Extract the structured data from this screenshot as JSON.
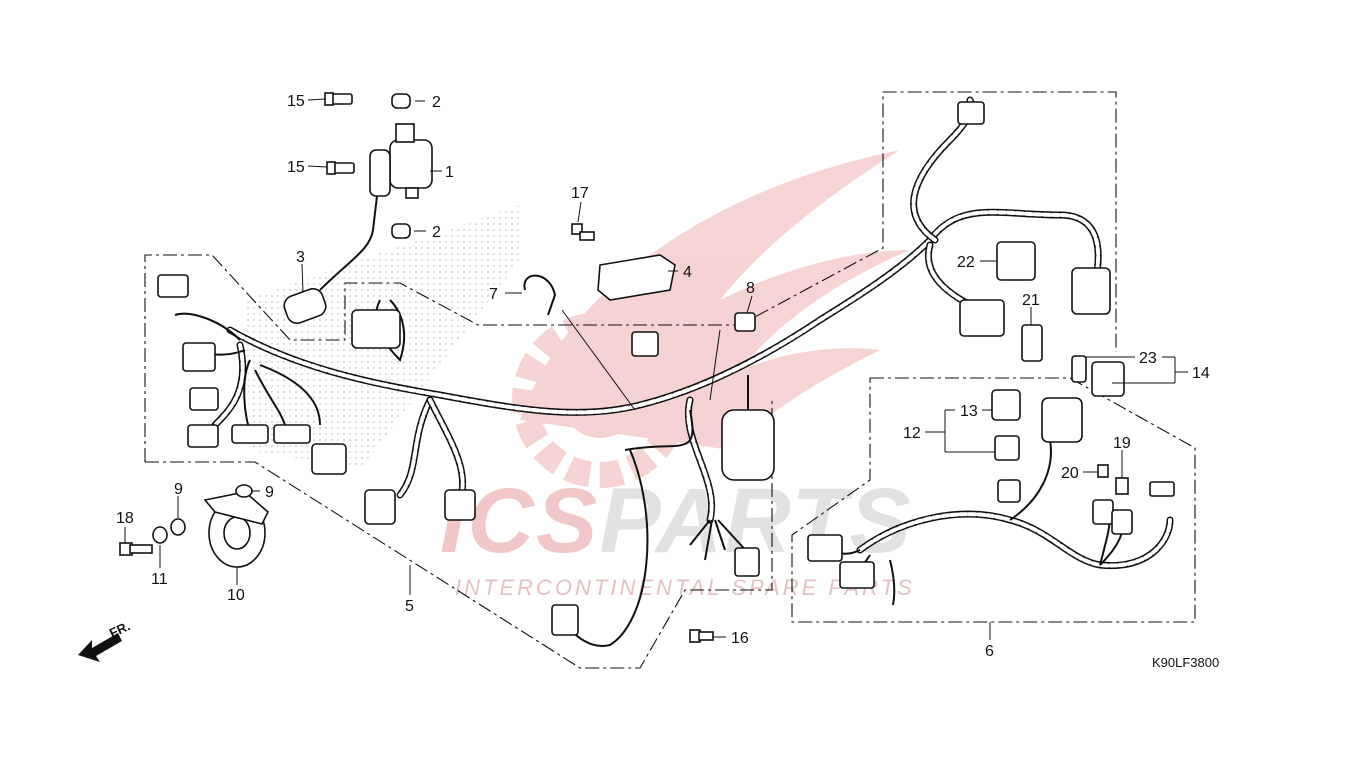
{
  "diagram": {
    "drawing_code": "K90LF3800",
    "direction_label": "FR.",
    "watermark": {
      "brand": "ICSPARTS",
      "tagline": "INTERCONTINENTAL SPARE PARTS",
      "brand_color": "#d93a3a",
      "gray_color": "#bdbdbd"
    },
    "callouts": {
      "c1": "1",
      "c2a": "2",
      "c2b": "2",
      "c3": "3",
      "c4": "4",
      "c5": "5",
      "c6": "6",
      "c7": "7",
      "c8": "8",
      "c9a": "9",
      "c9b": "9",
      "c10": "10",
      "c11": "11",
      "c12": "12",
      "c13": "13",
      "c14": "14",
      "c15a": "15",
      "c15b": "15",
      "c16": "16",
      "c17": "17",
      "c18": "18",
      "c19": "19",
      "c20": "20",
      "c21": "21",
      "c22": "22",
      "c23": "23"
    }
  }
}
